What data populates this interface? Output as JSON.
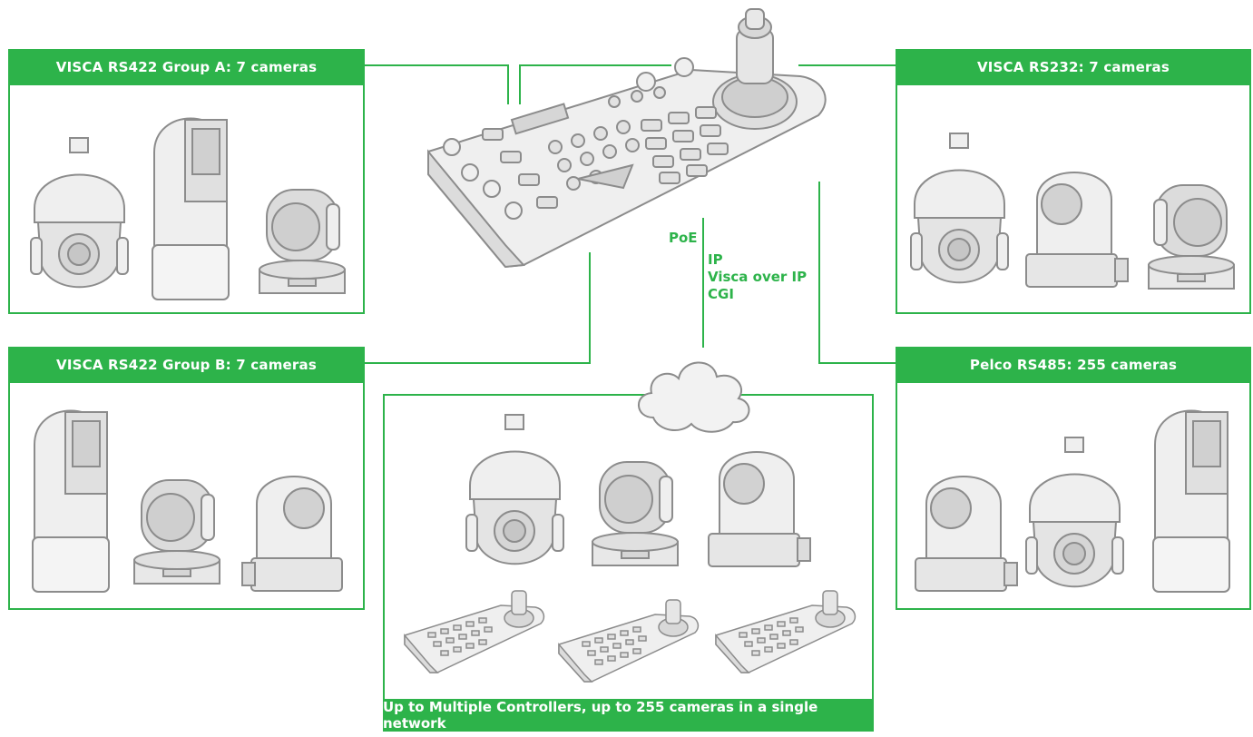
{
  "colors": {
    "accent": "#2db34a",
    "device_fill": "#efefef",
    "device_stroke": "#8c8c8c"
  },
  "groups": {
    "rs422a": {
      "title": "VISCA RS422 Group A: 7 cameras"
    },
    "rs232": {
      "title": "VISCA RS232: 7 cameras"
    },
    "rs422b": {
      "title": "VISCA RS422 Group B: 7 cameras"
    },
    "pelco": {
      "title": "Pelco RS485: 255 cameras"
    },
    "network": {
      "footer": "Up to Multiple Controllers, up to 255 cameras in a single network"
    }
  },
  "protocols": {
    "poe": "PoE",
    "ip": "IP",
    "visca_ip": "Visca over IP",
    "cgi": "CGI"
  },
  "icons": [
    "ptz-controller-icon",
    "dome-camera-icon",
    "bullet-camera-icon",
    "compact-ptz-camera-icon",
    "ptz-camera-icon",
    "cloud-icon"
  ]
}
